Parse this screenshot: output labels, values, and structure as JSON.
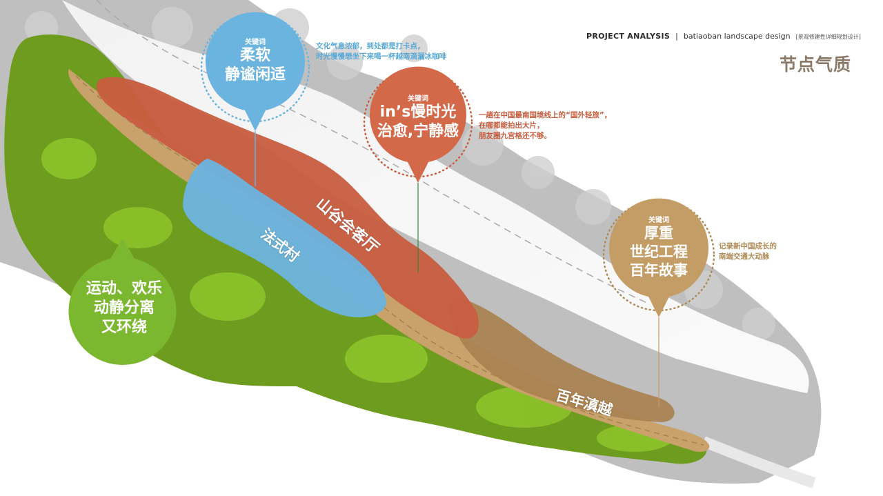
{
  "header": {
    "project_label": "PROJECT ANALYSIS",
    "separator": "|",
    "subtitle": "batiaoban landscape design",
    "subtitle_cn": "[景观修建性详细规划设计]",
    "page_title": "节点气质"
  },
  "colors": {
    "blue": "#6bb4e0",
    "red": "#d4694a",
    "tan": "#c49c66",
    "green": "#7cb82f",
    "title_brown": "#8c7a68"
  },
  "bubbles": {
    "blue": {
      "keyword": "关键词",
      "lines": [
        "柔软",
        "静谧闲适"
      ]
    },
    "red": {
      "keyword": "关键词",
      "lines": [
        "in’s慢时光",
        "治愈,宁静感"
      ]
    },
    "tan": {
      "keyword": "关键词",
      "lines": [
        "厚重",
        "世纪工程",
        "百年故事"
      ]
    },
    "green": {
      "lines": [
        "运动、欢乐",
        "动静分离",
        "又环绕"
      ]
    }
  },
  "notes": {
    "blue": [
      "文化气息浓郁，到处都是打卡点，",
      "时光慢慢想坐下来喝一杯越南滴漏冰咖啡"
    ],
    "red": [
      "一趟在中国最南国境线上的“国外轻旅”，",
      "在哪都能拍出大片，",
      "朋友圈九宫格还不够。"
    ],
    "tan": [
      "记录新中国成长的",
      "南端交通大动脉"
    ]
  },
  "zones": {
    "french_village": "法式村",
    "valley_lounge": "山谷会客厅",
    "century_railway": "百年滇越"
  }
}
